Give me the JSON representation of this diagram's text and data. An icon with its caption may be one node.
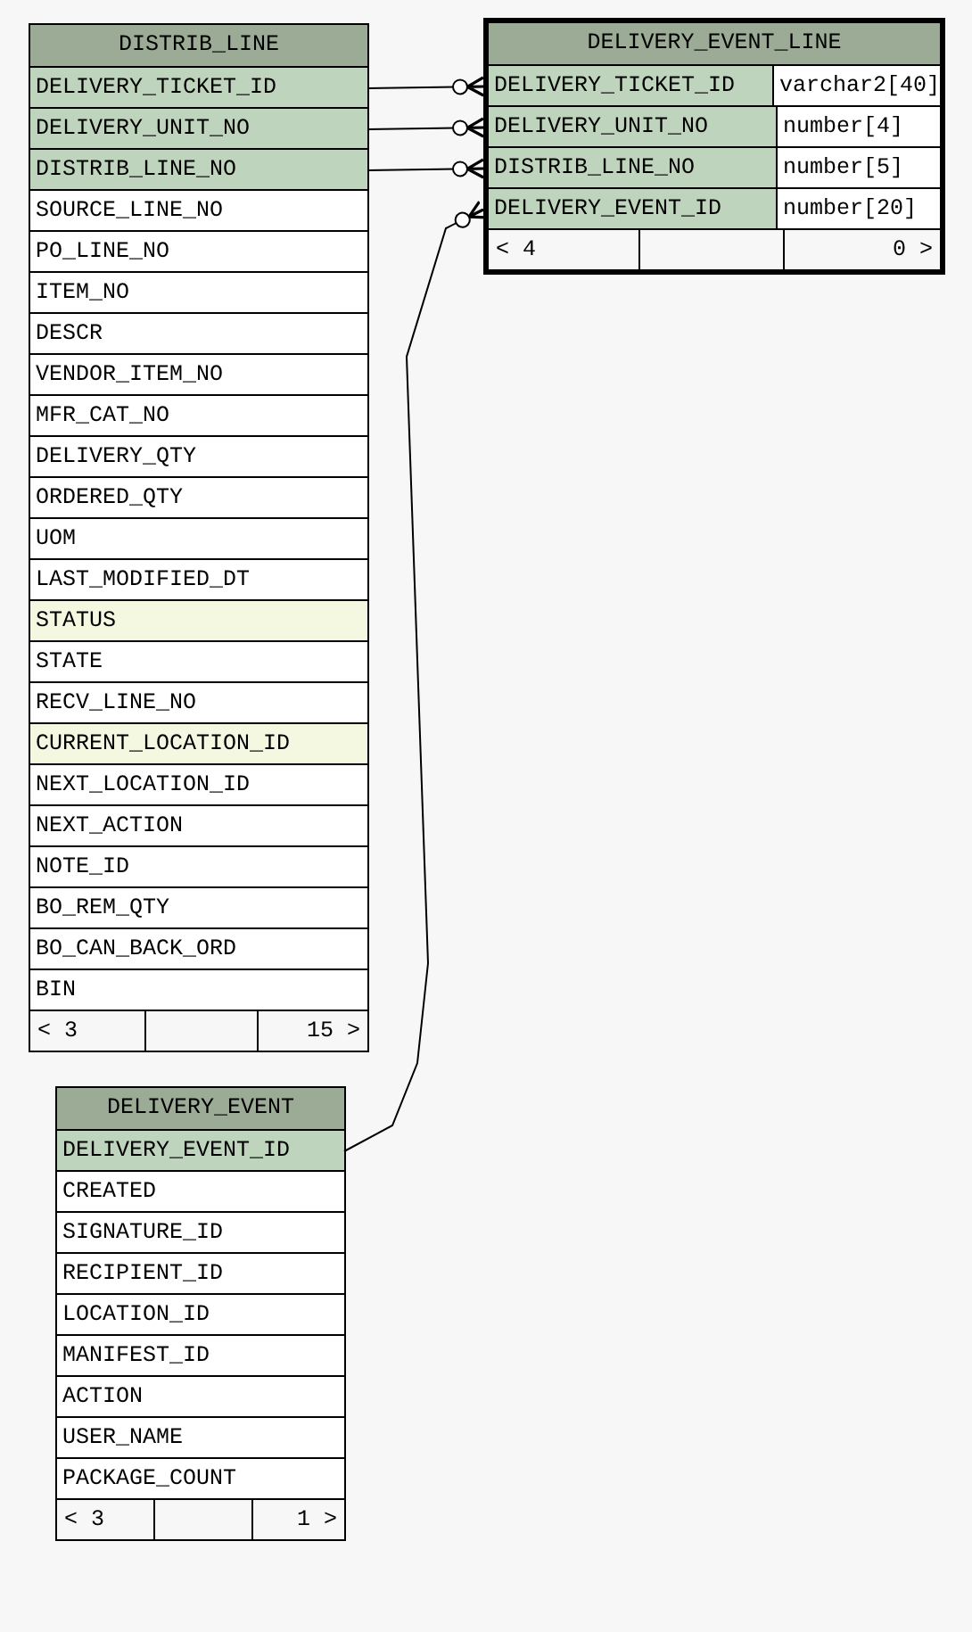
{
  "diagram": {
    "nodes": [
      {
        "text": [
          "DISTRIB_LINE",
          "< 3",
          "15 >"
        ]
      },
      {
        "text": [
          "DELIVERY_TICKET_ID"
        ],
        "in": 0
      },
      {
        "text": [
          "DELIVERY_UNIT_NO"
        ],
        "in": 0
      },
      {
        "text": [
          "DISTRIB_LINE_NO"
        ],
        "in": 0
      },
      {
        "text": [
          "SOURCE_LINE_NO"
        ],
        "in": 0
      },
      {
        "text": [
          "PO_LINE_NO"
        ],
        "in": 0
      },
      {
        "text": [
          "ITEM_NO"
        ],
        "in": 0
      },
      {
        "text": [
          "DESCR"
        ],
        "in": 0
      },
      {
        "text": [
          "VENDOR_ITEM_NO"
        ],
        "in": 0
      },
      {
        "text": [
          "MFR_CAT_NO"
        ],
        "in": 0
      },
      {
        "text": [
          "DELIVERY_QTY"
        ],
        "in": 0
      },
      {
        "text": [
          "ORDERED_QTY"
        ],
        "in": 0
      },
      {
        "text": [
          "UOM"
        ],
        "in": 0
      },
      {
        "text": [
          "LAST_MODIFIED_DT"
        ],
        "in": 0
      },
      {
        "text": [
          "STATUS"
        ],
        "in": 0
      },
      {
        "text": [
          "STATE"
        ],
        "in": 0
      },
      {
        "text": [
          "RECV_LINE_NO"
        ],
        "in": 0
      },
      {
        "text": [
          "CURRENT_LOCATION_ID"
        ],
        "in": 0
      },
      {
        "text": [
          "NEXT_LOCATION_ID"
        ],
        "in": 0
      },
      {
        "text": [
          "NEXT_ACTION"
        ],
        "in": 0
      },
      {
        "text": [
          "NOTE_ID"
        ],
        "in": 0
      },
      {
        "text": [
          "BO_REM_QTY"
        ],
        "in": 0
      },
      {
        "text": [
          "BO_CAN_BACK_ORD"
        ],
        "in": 0
      },
      {
        "text": [
          "BIN"
        ],
        "in": 0
      },
      {
        "text": [
          "DELIVERY_EVENT_LINE",
          "< 4",
          "0 >"
        ]
      },
      {
        "text": [
          "DELIVERY_TICKET_ID",
          "varchar2[40]"
        ],
        "in": 24
      },
      {
        "text": [
          "DELIVERY_UNIT_NO",
          "number[4]"
        ],
        "in": 24
      },
      {
        "text": [
          "DISTRIB_LINE_NO",
          "number[5]"
        ],
        "in": 24
      },
      {
        "text": [
          "DELIVERY_EVENT_ID",
          "number[20]"
        ],
        "in": 24
      },
      {
        "text": [
          "DELIVERY_EVENT",
          "< 3",
          "1 >"
        ]
      },
      {
        "text": [
          "DELIVERY_EVENT_ID"
        ],
        "in": 29
      },
      {
        "text": [
          "CREATED"
        ],
        "in": 29
      },
      {
        "text": [
          "SIGNATURE_ID"
        ],
        "in": 29
      },
      {
        "text": [
          "RECIPIENT_ID"
        ],
        "in": 29
      },
      {
        "text": [
          "LOCATION_ID"
        ],
        "in": 29
      },
      {
        "text": [
          "MANIFEST_ID"
        ],
        "in": 29
      },
      {
        "text": [
          "ACTION"
        ],
        "in": 29
      },
      {
        "text": [
          "USER_NAME"
        ],
        "in": 29
      },
      {
        "text": [
          "PACKAGE_COUNT"
        ],
        "in": 29
      }
    ],
    "edges": [
      {
        "from": 1,
        "to": 25,
        "arrow": "other"
      },
      {
        "from": 2,
        "to": 26,
        "arrow": "other"
      },
      {
        "from": 3,
        "to": 27,
        "arrow": "other"
      },
      {
        "from": 30,
        "to": 28,
        "arrow": "other"
      }
    ]
  }
}
